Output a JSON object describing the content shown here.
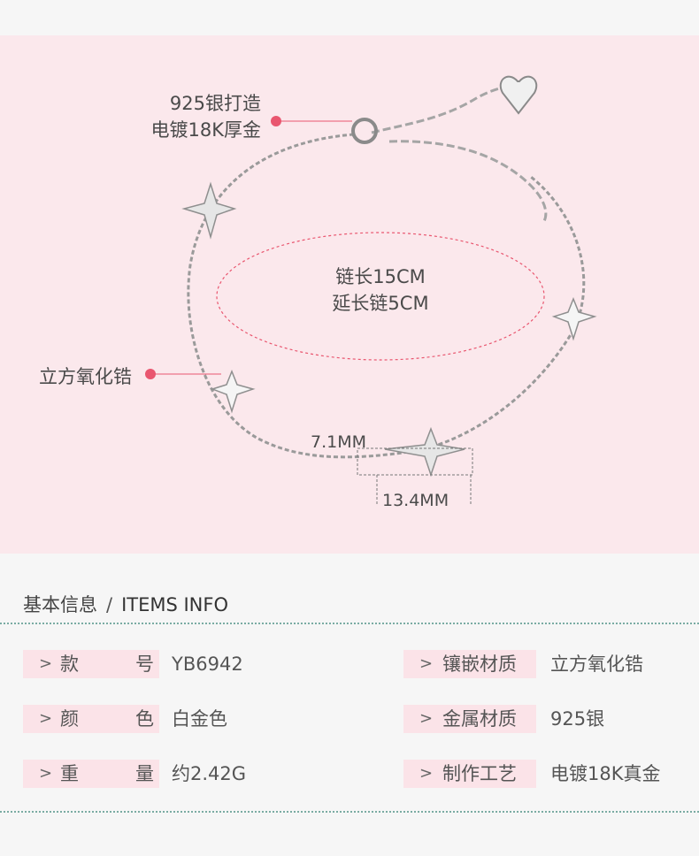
{
  "callouts": {
    "material_line1": "925银打造",
    "material_line2": "电镀18K厚金",
    "stone": "立方氧化锆"
  },
  "chain_info": {
    "line1": "链长15CM",
    "line2": "延长链5CM"
  },
  "dimensions": {
    "height": "7.1MM",
    "width": "13.4MM"
  },
  "section": {
    "title_cn": "基本信息",
    "separator": "/",
    "title_en": "ITEMS INFO"
  },
  "specs": {
    "arrow": ">",
    "left": [
      {
        "label_a": "款",
        "label_b": "号",
        "value": "YB6942"
      },
      {
        "label_a": "颜",
        "label_b": "色",
        "value": "白金色"
      },
      {
        "label_a": "重",
        "label_b": "量",
        "value": "约2.42G"
      }
    ],
    "right": [
      {
        "label": "镶嵌材质",
        "value": "立方氧化锆"
      },
      {
        "label": "金属材质",
        "value": "925银"
      },
      {
        "label": "制作工艺",
        "value": "电镀18K真金"
      }
    ]
  },
  "colors": {
    "hero_bg": "#fbe8ec",
    "accent_dot": "#e9566f",
    "label_bg": "#fbe3e8",
    "divider": "#7aaba3"
  }
}
